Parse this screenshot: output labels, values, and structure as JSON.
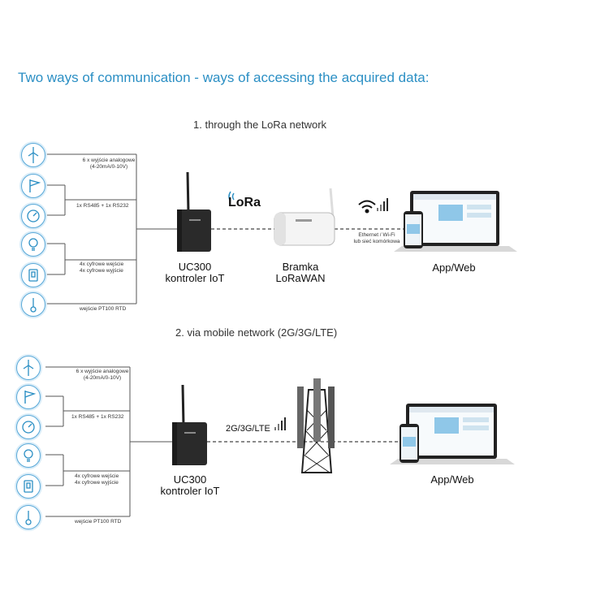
{
  "title": "Two ways of communication - ways of accessing the acquired data:",
  "section1": {
    "heading": "1. through the LoRa network",
    "analog": [
      "6 x wyjście analogowe",
      "(4-20mA/0-10V)"
    ],
    "serial": "1x RS485 + 1x RS232",
    "digital": [
      "4x cyfrowe wejście",
      "4x cyfrowe wyjście"
    ],
    "rtd": "wejście PT100 RTD",
    "controller": [
      "UC300",
      "kontroler IoT"
    ],
    "lora_logo": "LoRa",
    "gateway": [
      "Bramka",
      "LoRaWAN"
    ],
    "link": [
      "Ethernet / Wi-Fi",
      "lub sieć komórkowa"
    ],
    "app": "App/Web"
  },
  "section2": {
    "heading": "2. via mobile network (2G/3G/LTE)",
    "analog": [
      "6 x wyjście analogowe",
      "(4-20mA/0-10V)"
    ],
    "serial": "1x RS485 + 1x RS232",
    "digital": [
      "4x cyfrowe wejście",
      "4x cyfrowe wyjście"
    ],
    "rtd": "wejście PT100 RTD",
    "controller": [
      "UC300",
      "kontroler IoT"
    ],
    "network": "2G/3G/LTE",
    "app": "App/Web"
  },
  "icons": [
    "wind-turbine-icon",
    "valve-icon",
    "meter-icon",
    "bulb-icon",
    "switch-icon",
    "thermometer-icon"
  ],
  "colors": {
    "accent": "#2b8fc4",
    "icon_border": "#5aa9d8",
    "device": "#2a2a2a",
    "line": "#555555"
  }
}
